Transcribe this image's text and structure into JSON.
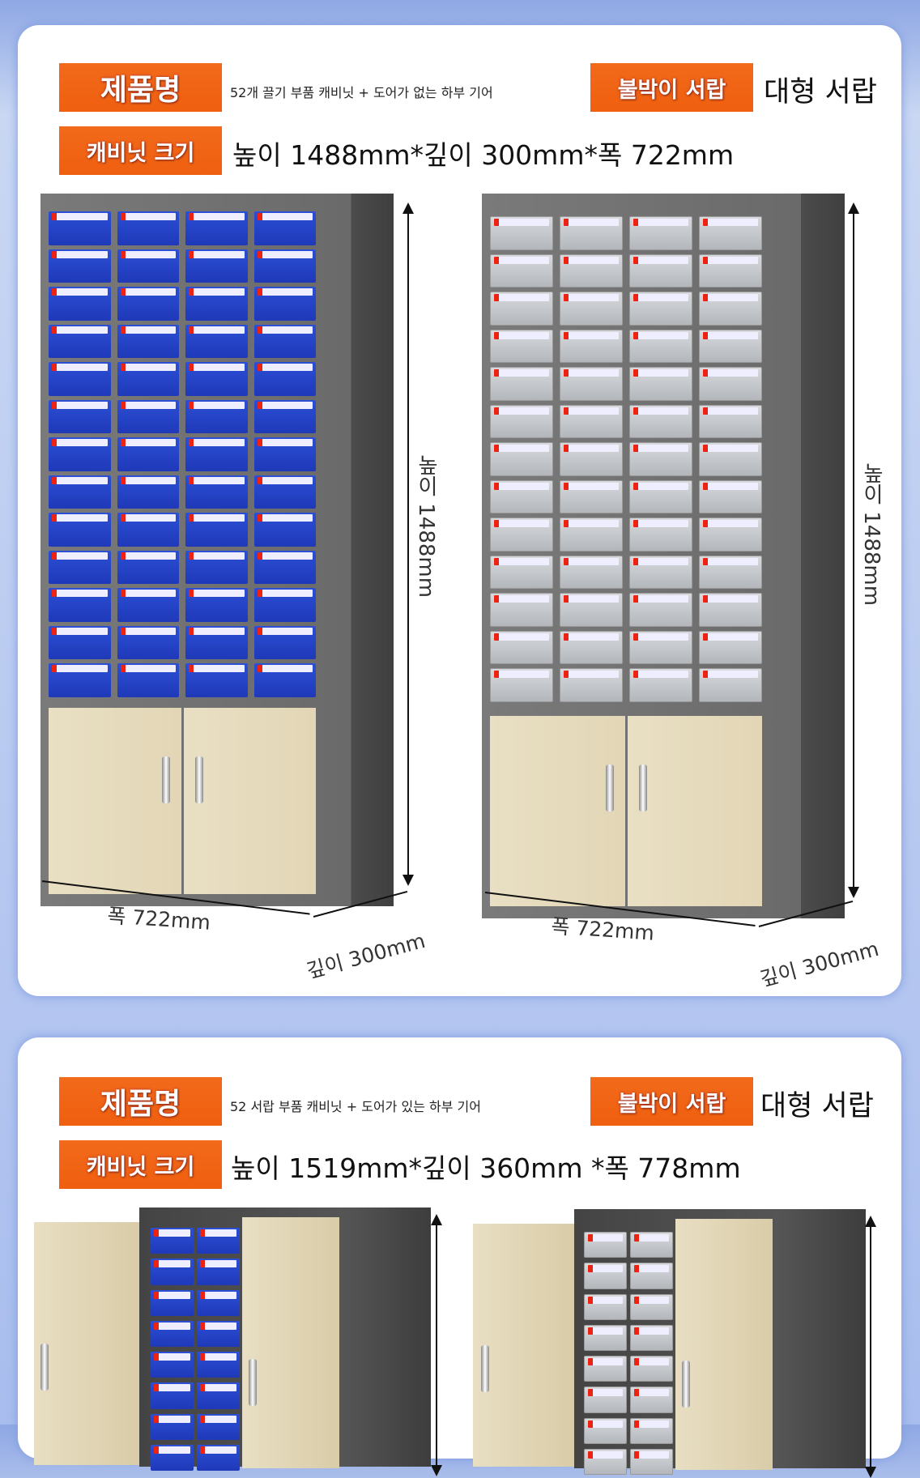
{
  "products": [
    {
      "name_label": "제품명",
      "name": "52개 끌기 부품 캐비닛 + 도어가 없는 하부 기어",
      "drawer_label": "불박이 서랍",
      "drawer_type": "대형 서랍",
      "size_label": "캐비닛 크기",
      "size": "높이 1488mm*깊이 300mm*폭 722mm",
      "height_dim": "높이 1488mm",
      "width_dim": "폭 722mm",
      "depth_dim": "깊이 300mm"
    },
    {
      "name_label": "제품명",
      "name": "52 서랍 부품 캐비닛 + 도어가 있는 하부 기어",
      "drawer_label": "불박이 서랍",
      "drawer_type": "대형 서랍",
      "size_label": "캐비닛 크기",
      "size": "높이 1519mm*깊이 360mm *폭 778mm"
    }
  ],
  "colors": {
    "accent": "#f26a1b",
    "drawer_blue": "#2c4fd6",
    "cabinet_grey": "#6a6a6a",
    "door_beige": "#e6dbbd"
  },
  "drawer_count": 52
}
